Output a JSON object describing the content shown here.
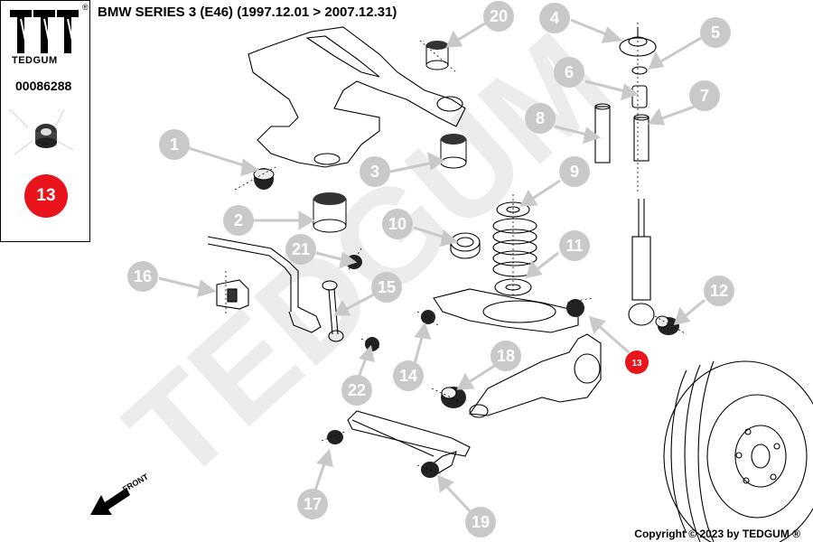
{
  "sidebar": {
    "brand": "TEDGUM",
    "registered": "®",
    "part_number": "00086288",
    "badge": "13"
  },
  "title": "BMW SERIES 3 (E46)  (1997.12.01 > 2007.12.31)",
  "watermark": "TEDGUM",
  "front_label": "FRONT",
  "copyright": "Copyright © 2023 by TEDGUM ®",
  "highlight_badge": "13",
  "callouts": [
    "1",
    "2",
    "3",
    "4",
    "5",
    "6",
    "7",
    "8",
    "9",
    "10",
    "11",
    "12",
    "14",
    "15",
    "16",
    "17",
    "18",
    "19",
    "20",
    "21",
    "22"
  ],
  "colors": {
    "badge_red": "#e8131b",
    "callout_grey": "#c9c9c9",
    "watermark": "#ececec"
  }
}
